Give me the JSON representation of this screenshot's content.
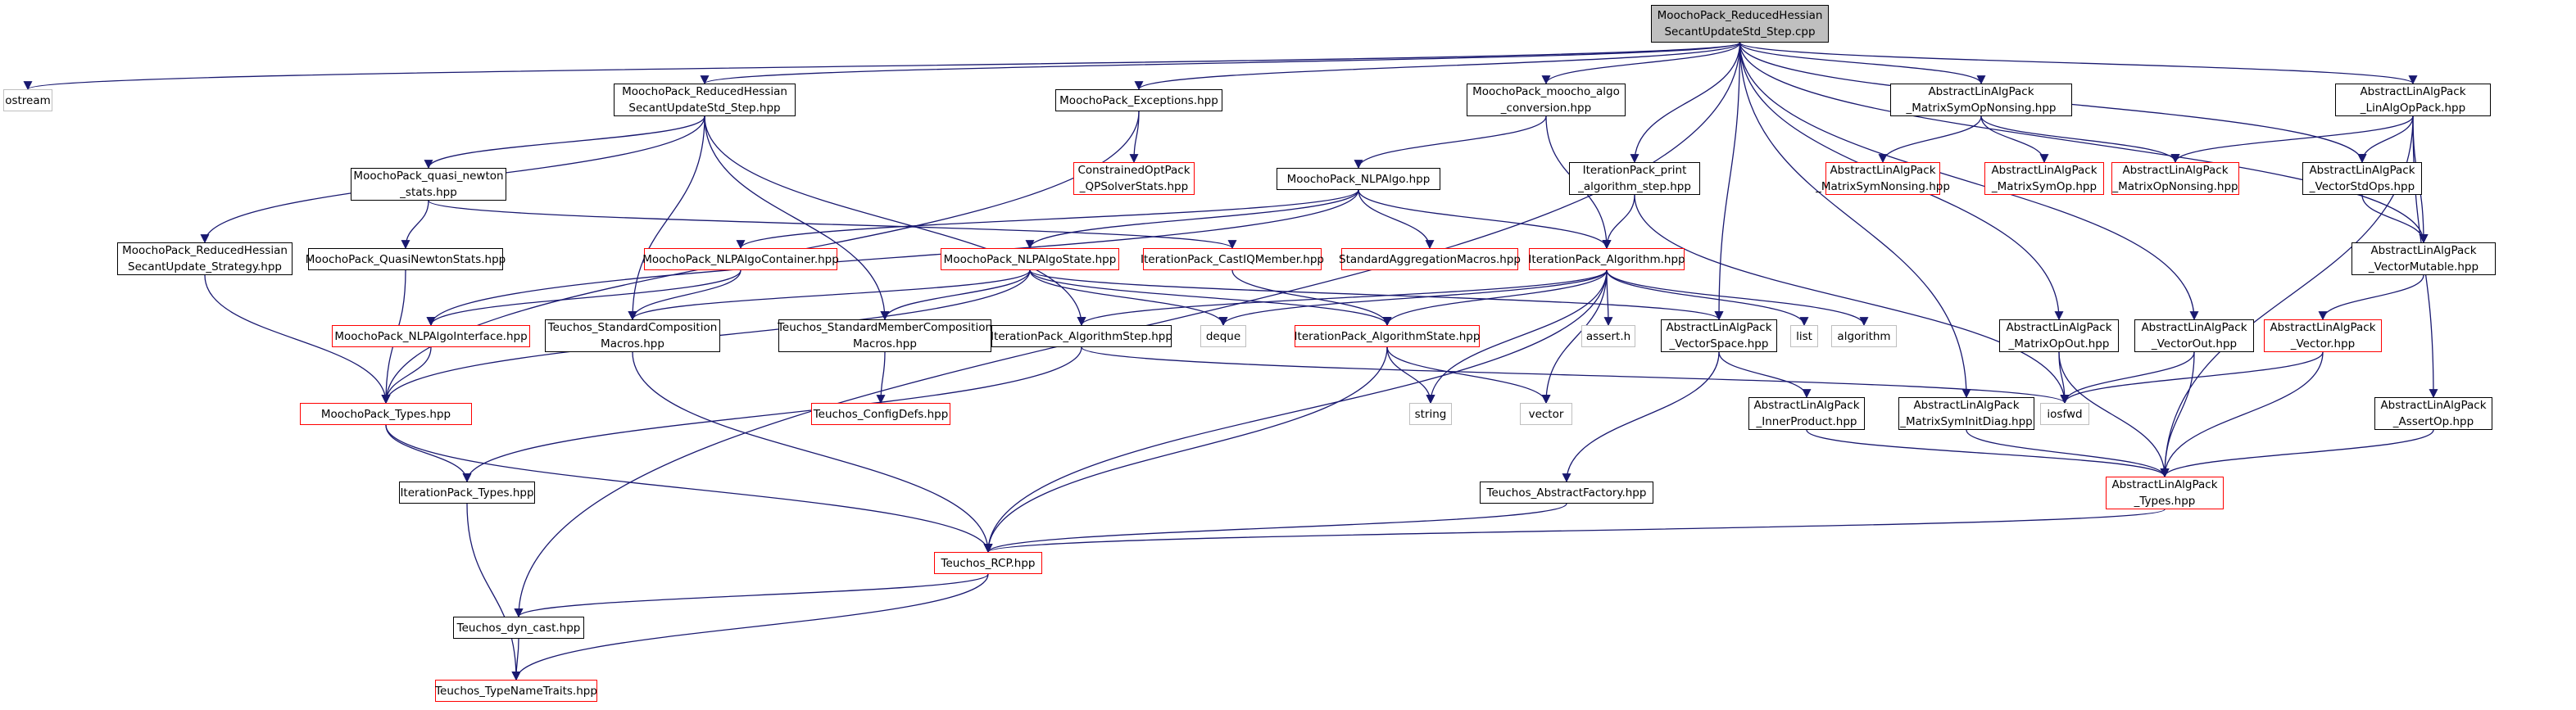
{
  "colors": {
    "edge": "#191970",
    "external_border": "#ff0000",
    "system_border": "#bfbfbf",
    "root_fill": "#bfbfbf"
  },
  "nodes": {
    "root": "MoochoPack_ReducedHessian\nSecantUpdateStd_Step.cpp",
    "ostream": "ostream",
    "rhsus_step_hpp": "MoochoPack_ReducedHessian\nSecantUpdateStd_Step.hpp",
    "exceptions": "MoochoPack_Exceptions.hpp",
    "algo_conversion": "MoochoPack_moocho_algo\n_conversion.hpp",
    "print_algorithm_step": "IterationPack_print\n_algorithm_step.hpp",
    "matrix_sym_op_nonsing": "AbstractLinAlgPack\n_MatrixSymOpNonsing.hpp",
    "linalg_op_pack": "AbstractLinAlgPack\n_LinAlgOpPack.hpp",
    "quasi_newton_stats_hpp": "MoochoPack_quasi_newton\n_stats.hpp",
    "qp_solver_stats": "ConstrainedOptPack\n_QPSolverStats.hpp",
    "nlp_algo": "MoochoPack_NLPAlgo.hpp",
    "matrix_sym_nonsing": "AbstractLinAlgPack\n_MatrixSymNonsing.hpp",
    "matrix_sym_op": "AbstractLinAlgPack\n_MatrixSymOp.hpp",
    "matrix_op_nonsing": "AbstractLinAlgPack\n_MatrixOpNonsing.hpp",
    "vector_std_ops": "AbstractLinAlgPack\n_VectorStdOps.hpp",
    "rhsu_strategy": "MoochoPack_ReducedHessian\nSecantUpdate_Strategy.hpp",
    "quasi_newton_stats": "MoochoPack_QuasiNewtonStats.hpp",
    "nlp_algo_container": "MoochoPack_NLPAlgoContainer.hpp",
    "nlp_algo_state": "MoochoPack_NLPAlgoState.hpp",
    "cast_iq_member": "IterationPack_CastIQMember.hpp",
    "std_aggregation_macros": "StandardAggregationMacros.hpp",
    "iteration_algorithm": "IterationPack_Algorithm.hpp",
    "vector_mutable": "AbstractLinAlgPack\n_VectorMutable.hpp",
    "nlp_algo_interface": "MoochoPack_NLPAlgoInterface.hpp",
    "std_composition_macros": "Teuchos_StandardComposition\nMacros.hpp",
    "std_member_composition_macros": "Teuchos_StandardMemberComposition\nMacros.hpp",
    "algorithm_step": "IterationPack_AlgorithmStep.hpp",
    "deque": "deque",
    "algorithm_state": "IterationPack_AlgorithmState.hpp",
    "assert_h": "assert.h",
    "vector_space": "AbstractLinAlgPack\n_VectorSpace.hpp",
    "list": "list",
    "algorithm": "algorithm",
    "matrix_op_out": "AbstractLinAlgPack\n_MatrixOpOut.hpp",
    "vector_out": "AbstractLinAlgPack\n_VectorOut.hpp",
    "vector_hpp": "AbstractLinAlgPack\n_Vector.hpp",
    "moocho_types": "MoochoPack_Types.hpp",
    "config_defs": "Teuchos_ConfigDefs.hpp",
    "string": "string",
    "vector": "vector",
    "inner_product": "AbstractLinAlgPack\n_InnerProduct.hpp",
    "matrix_sym_init_diag": "AbstractLinAlgPack\n_MatrixSymInitDiag.hpp",
    "iosfwd": "iosfwd",
    "assert_op": "AbstractLinAlgPack\n_AssertOp.hpp",
    "iteration_types": "IterationPack_Types.hpp",
    "abstract_factory": "Teuchos_AbstractFactory.hpp",
    "alap_types": "AbstractLinAlgPack\n_Types.hpp",
    "rcp": "Teuchos_RCP.hpp",
    "dyn_cast": "Teuchos_dyn_cast.hpp",
    "type_name_traits": "Teuchos_TypeNameTraits.hpp"
  }
}
